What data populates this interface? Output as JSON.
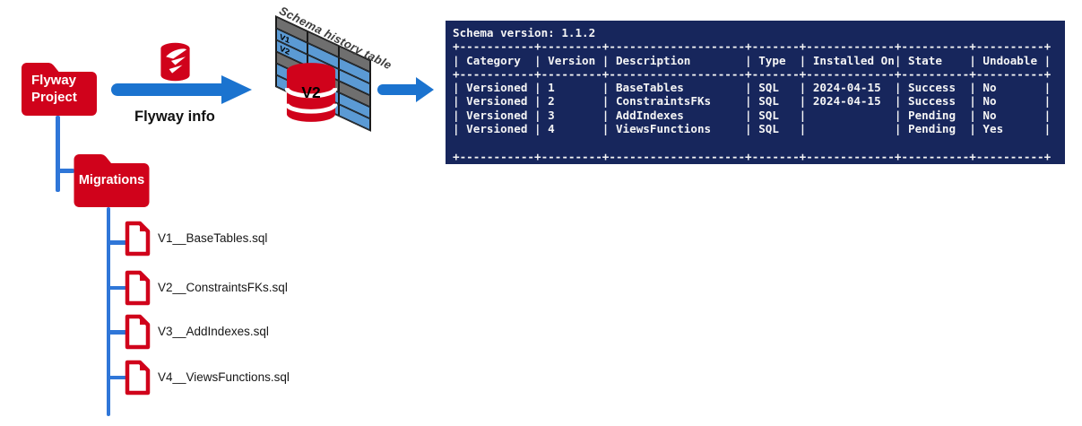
{
  "colors": {
    "brand_red": "#d0021b",
    "arrow_blue": "#1b73cf",
    "tree_line_blue": "#2f76d8",
    "table_cell_blue": "#5b9ad4",
    "table_header_gray": "#6f6f6f",
    "terminal_bg": "#17265c",
    "terminal_text": "#f5f5f5"
  },
  "project_folder": {
    "line1": "Flyway",
    "line2": "Project"
  },
  "migrations_folder": {
    "label": "Migrations"
  },
  "flyway_command": {
    "label": "Flyway info"
  },
  "schema_history": {
    "caption": "Schema history table",
    "row_labels": [
      "V1",
      "V2"
    ],
    "db_version": "V2"
  },
  "migration_files": [
    {
      "name": "V1__BaseTables.sql"
    },
    {
      "name": "V2__ConstraintsFKs.sql"
    },
    {
      "name": "V3__AddIndexes.sql"
    },
    {
      "name": "V4__ViewsFunctions.sql"
    }
  ],
  "terminal": {
    "lines": [
      "Schema version: 1.1.2",
      "+-----------+---------+--------------------+-------+-------------+----------+----------+",
      "| Category  | Version | Description        | Type  | Installed On| State    | Undoable |",
      "+-----------+---------+--------------------+-------+-------------+----------+----------+",
      "| Versioned | 1       | BaseTables         | SQL   | 2024-04-15  | Success  | No       |",
      "| Versioned | 2       | ConstraintsFKs     | SQL   | 2024-04-15  | Success  | No       |",
      "| Versioned | 3       | AddIndexes         | SQL   |             | Pending  | No       |",
      "| Versioned | 4       | ViewsFunctions     | SQL   |             | Pending  | Yes      |",
      "",
      "+-----------+---------+--------------------+-------+-------------+----------+----------+"
    ]
  }
}
